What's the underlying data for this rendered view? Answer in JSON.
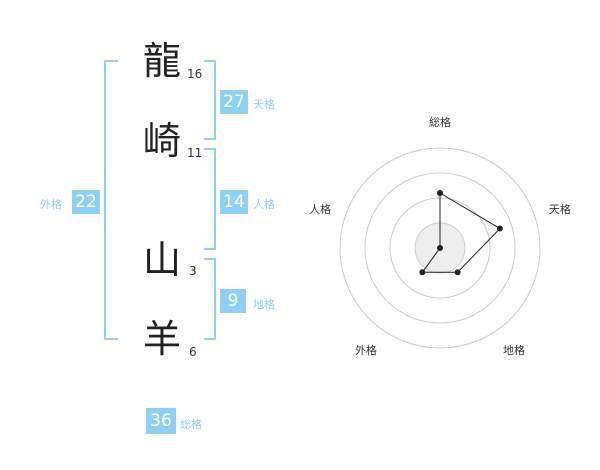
{
  "name": {
    "chars": [
      {
        "char": "龍",
        "strokes": "16"
      },
      {
        "char": "崎",
        "strokes": "11"
      },
      {
        "char": "山",
        "strokes": "3"
      },
      {
        "char": "羊",
        "strokes": "6"
      }
    ]
  },
  "kaku": {
    "tenkaku": {
      "value": "27",
      "label": "天格"
    },
    "jinkaku": {
      "value": "14",
      "label": "人格"
    },
    "chikaku": {
      "value": "9",
      "label": "地格"
    },
    "gaikaku": {
      "value": "22",
      "label": "外格"
    },
    "soukaku": {
      "value": "36",
      "label": "総格"
    }
  },
  "radar": {
    "axes": [
      "総格",
      "天格",
      "地格",
      "外格",
      "人格"
    ],
    "rings": 4,
    "values": [
      0.55,
      0.63,
      0.3,
      0.3,
      0.0
    ],
    "colors": {
      "ring": "#cccccc",
      "fill": "#eeeeee",
      "line": "#222222",
      "point": "#222222",
      "center": "#cccccc"
    }
  },
  "colors": {
    "accent": "#8fd0f2"
  }
}
